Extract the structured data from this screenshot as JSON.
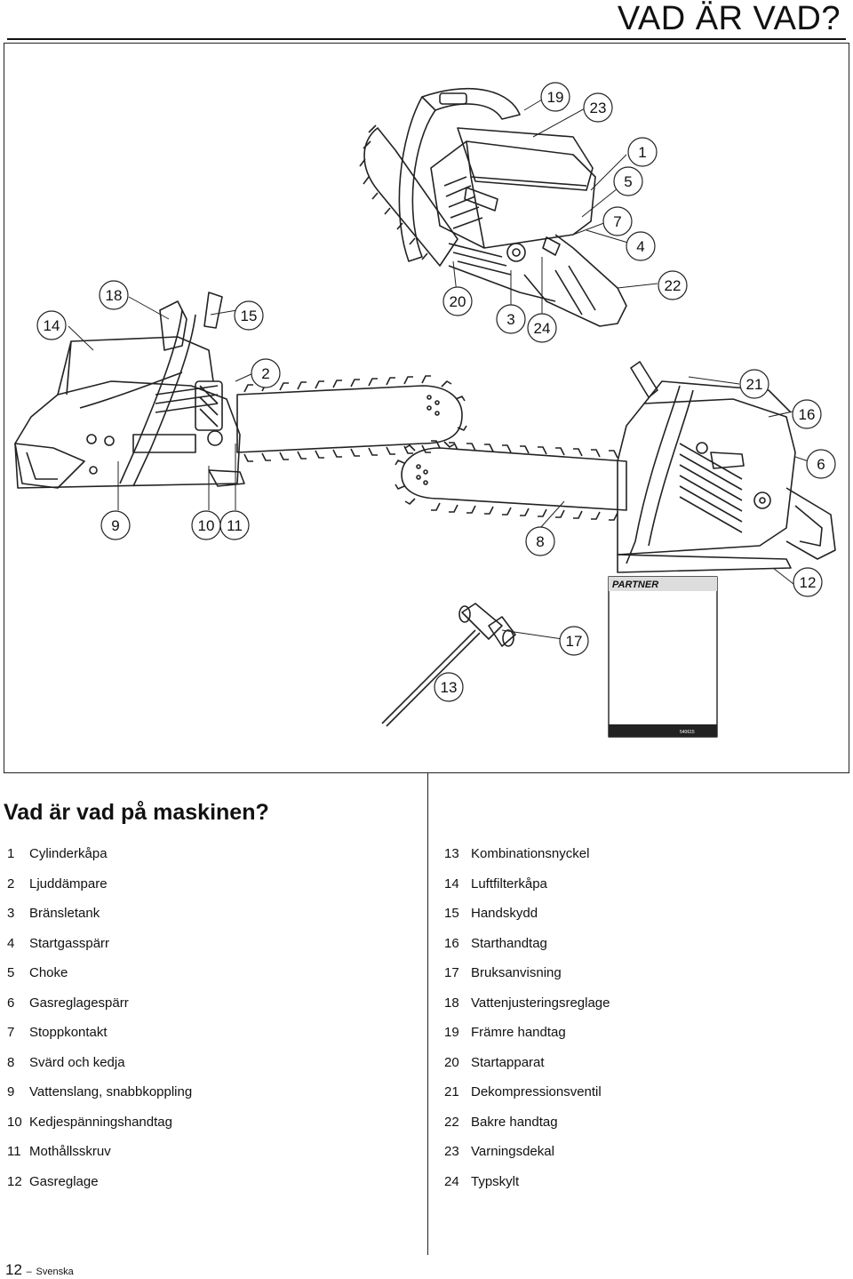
{
  "header": {
    "title": "VAD ÄR VAD?"
  },
  "figure": {
    "callouts": [
      "1",
      "2",
      "3",
      "4",
      "5",
      "6",
      "7",
      "8",
      "9",
      "10",
      "11",
      "12",
      "13",
      "14",
      "15",
      "16",
      "17",
      "18",
      "19",
      "20",
      "21",
      "22",
      "23",
      "24"
    ],
    "manual_brand": "PARTNER",
    "manual_code": "540615"
  },
  "section": {
    "heading": "Vad är vad på maskinen?"
  },
  "parts_left": [
    {
      "num": "1",
      "label": "Cylinderkåpa"
    },
    {
      "num": "2",
      "label": "Ljuddämpare"
    },
    {
      "num": "3",
      "label": "Bränsletank"
    },
    {
      "num": "4",
      "label": "Startgasspärr"
    },
    {
      "num": "5",
      "label": "Choke"
    },
    {
      "num": "6",
      "label": "Gasreglagespärr"
    },
    {
      "num": "7",
      "label": "Stoppkontakt"
    },
    {
      "num": "8",
      "label": "Svärd och kedja"
    },
    {
      "num": "9",
      "label": "Vattenslang, snabbkoppling"
    },
    {
      "num": "10",
      "label": "Kedjespänningshandtag"
    },
    {
      "num": "11",
      "label": "Mothållsskruv"
    },
    {
      "num": "12",
      "label": "Gasreglage"
    }
  ],
  "parts_right": [
    {
      "num": "13",
      "label": "Kombinationsnyckel"
    },
    {
      "num": "14",
      "label": "Luftfilterkåpa"
    },
    {
      "num": "15",
      "label": "Handskydd"
    },
    {
      "num": "16",
      "label": "Starthandtag"
    },
    {
      "num": "17",
      "label": "Bruksanvisning"
    },
    {
      "num": "18",
      "label": "Vattenjusteringsreglage"
    },
    {
      "num": "19",
      "label": "Främre handtag"
    },
    {
      "num": "20",
      "label": "Startapparat"
    },
    {
      "num": "21",
      "label": "Dekompressionsventil"
    },
    {
      "num": "22",
      "label": "Bakre handtag"
    },
    {
      "num": "23",
      "label": "Varningsdekal"
    },
    {
      "num": "24",
      "label": "Typskylt"
    }
  ],
  "footer": {
    "page_number": "12",
    "separator": "–",
    "language": "Svenska"
  }
}
